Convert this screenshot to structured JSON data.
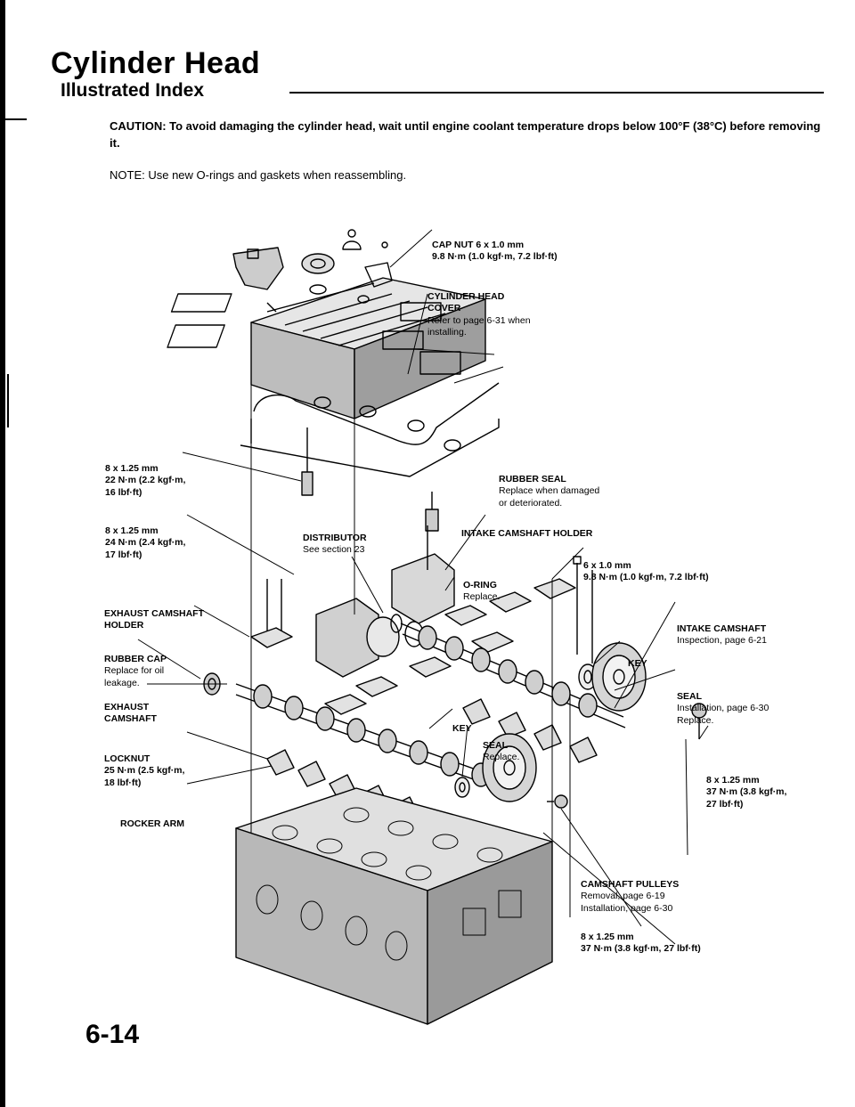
{
  "header": {
    "title": "Cylinder Head",
    "subtitle": "Illustrated Index"
  },
  "caution": "CAUTION: To avoid damaging the cylinder head, wait until engine coolant temperature drops below 100°F (38°C) before removing it.",
  "note": "NOTE: Use new O-rings and gaskets when reassembling.",
  "labels": {
    "cap_nut": {
      "h": "CAP NUT 6 x 1.0 mm",
      "d": "9.8 N·m (1.0 kgf·m, 7.2 lbf·ft)"
    },
    "head_cover": {
      "h": "CYLINDER HEAD\nCOVER",
      "d": "Refer to page 6-31 when\ninstalling."
    },
    "bolt_22": {
      "h": "8 x 1.25 mm",
      "d": "22 N·m (2.2 kgf·m,\n16 lbf·ft)"
    },
    "rubber_seal": {
      "h": "RUBBER SEAL",
      "d": "Replace when damaged\nor deteriorated."
    },
    "bolt_24": {
      "h": "8 x 1.25 mm",
      "d": "24 N·m (2.4 kgf·m,\n17 lbf·ft)"
    },
    "distributor": {
      "h": "DISTRIBUTOR",
      "d": "See section 23"
    },
    "intake_holder": {
      "h": "INTAKE CAMSHAFT HOLDER",
      "d": ""
    },
    "oring": {
      "h": "O-RING",
      "d": "Replace."
    },
    "bolt_6": {
      "h": "6 x 1.0 mm",
      "d": "9.8 N·m (1.0 kgf·m, 7.2 lbf·ft)"
    },
    "exhaust_holder": {
      "h": "EXHAUST CAMSHAFT\nHOLDER",
      "d": ""
    },
    "intake_cam": {
      "h": "INTAKE CAMSHAFT",
      "d": "Inspection, page 6-21"
    },
    "key1": {
      "h": "KEY",
      "d": ""
    },
    "rubber_cap": {
      "h": "RUBBER CAP",
      "d": "Replace for oil\nleakage."
    },
    "seal1": {
      "h": "SEAL",
      "d": "Installation, page 6-30\nReplace."
    },
    "exhaust_cam": {
      "h": "EXHAUST\nCAMSHAFT",
      "d": ""
    },
    "key2": {
      "h": "KEY",
      "d": ""
    },
    "seal2": {
      "h": "SEAL",
      "d": "Replace."
    },
    "locknut": {
      "h": "LOCKNUT",
      "d": "25 N·m (2.5 kgf·m,\n18 lbf·ft)"
    },
    "bolt_37a": {
      "h": "8 x 1.25 mm",
      "d": "37 N·m (3.8 kgf·m,\n27 lbf·ft)"
    },
    "rocker_arm": {
      "h": "ROCKER ARM",
      "d": ""
    },
    "pulleys": {
      "h": "CAMSHAFT PULLEYS",
      "d": "Removal, page 6-19\nInstallation, page 6-30"
    },
    "bolt_37b": {
      "h": "8 x 1.25 mm",
      "d": "37 N·m (3.8 kgf·m, 27 lbf·ft)"
    }
  },
  "page_number": "6-14"
}
